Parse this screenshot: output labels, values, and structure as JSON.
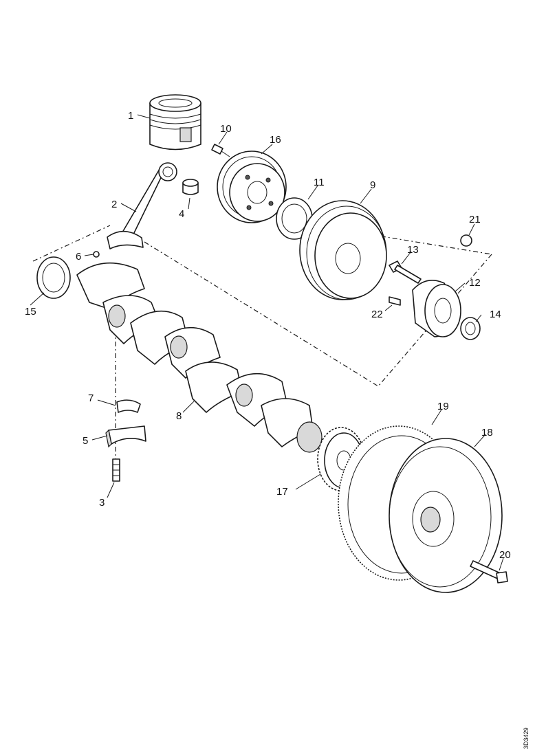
{
  "diagram": {
    "callouts": [
      {
        "id": "c1",
        "text": "1"
      },
      {
        "id": "c2",
        "text": "2"
      },
      {
        "id": "c3",
        "text": "3"
      },
      {
        "id": "c4",
        "text": "4"
      },
      {
        "id": "c5",
        "text": "5"
      },
      {
        "id": "c6",
        "text": "6"
      },
      {
        "id": "c7",
        "text": "7"
      },
      {
        "id": "c8",
        "text": "8"
      },
      {
        "id": "c9",
        "text": "9"
      },
      {
        "id": "c10",
        "text": "10"
      },
      {
        "id": "c11",
        "text": "11"
      },
      {
        "id": "c12",
        "text": "12"
      },
      {
        "id": "c13",
        "text": "13"
      },
      {
        "id": "c14",
        "text": "14"
      },
      {
        "id": "c15",
        "text": "15"
      },
      {
        "id": "c16",
        "text": "16"
      },
      {
        "id": "c17",
        "text": "17"
      },
      {
        "id": "c18",
        "text": "18"
      },
      {
        "id": "c19",
        "text": "19"
      },
      {
        "id": "c20",
        "text": "20"
      },
      {
        "id": "c21",
        "text": "21"
      },
      {
        "id": "c22",
        "text": "22"
      }
    ],
    "reference_code": "3D3429"
  }
}
